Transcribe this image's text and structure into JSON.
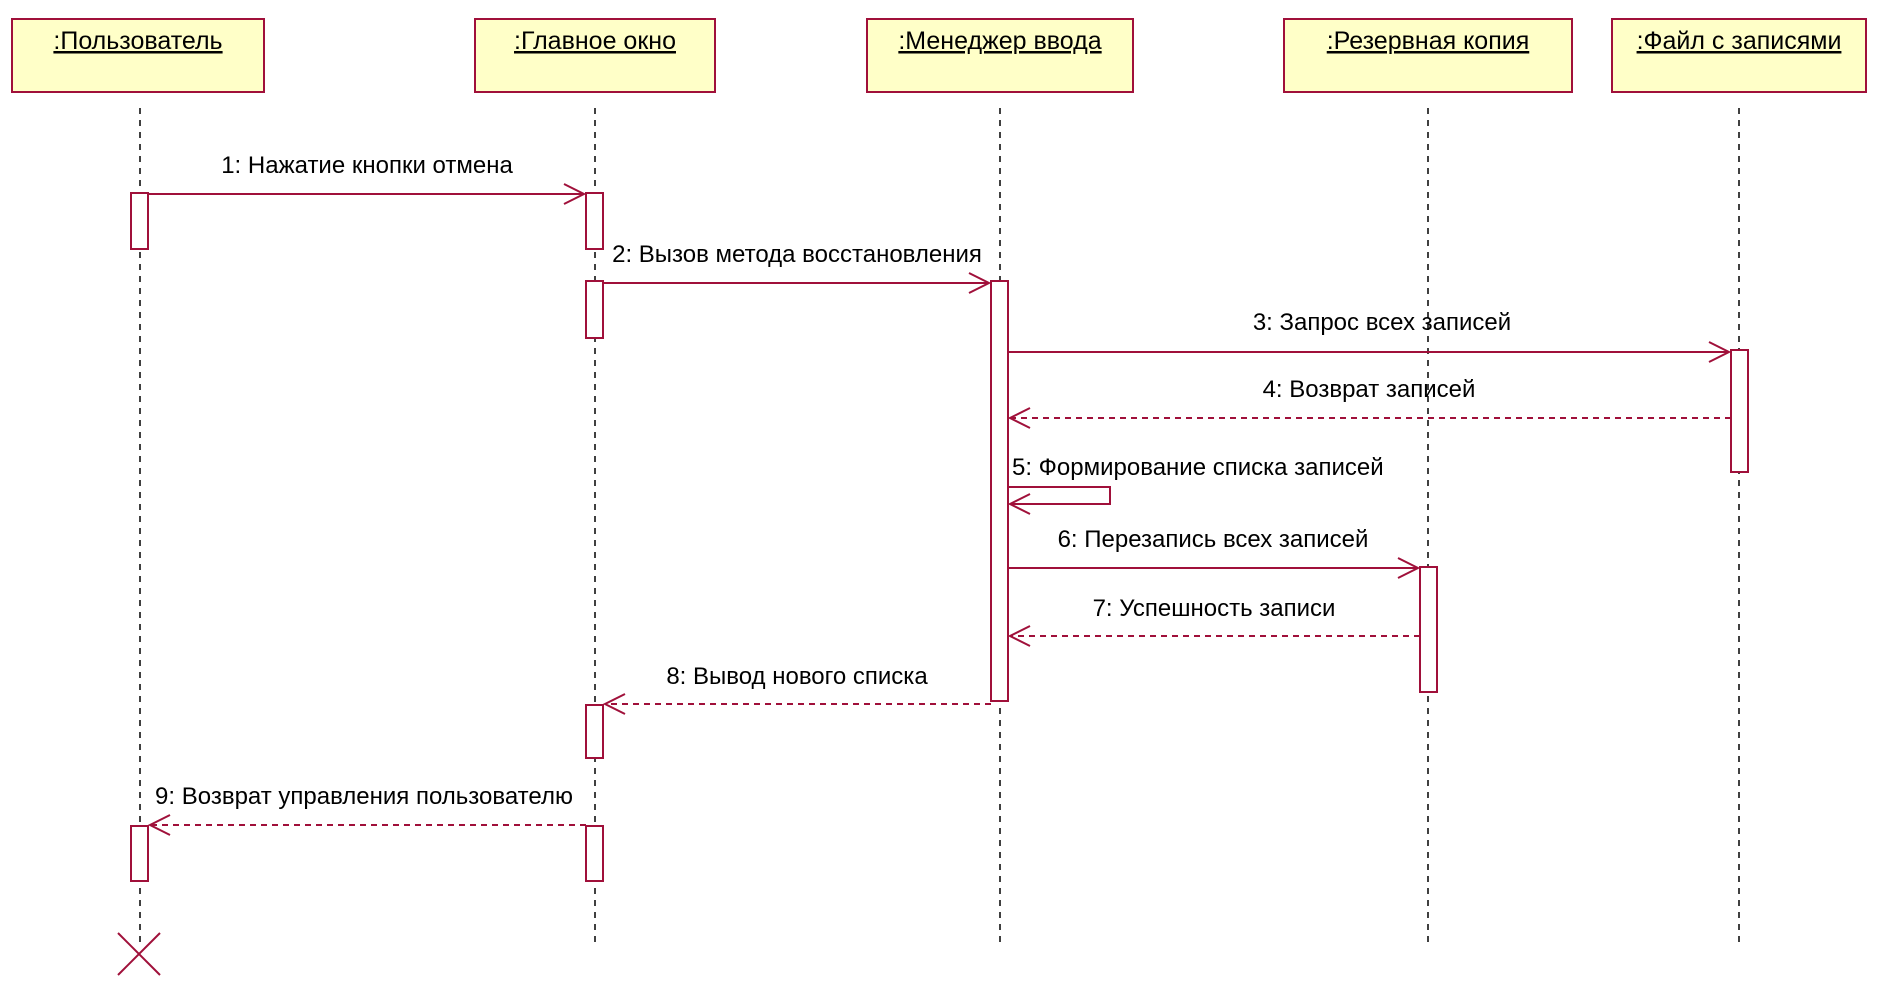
{
  "diagram": {
    "objects": [
      {
        "id": "user",
        "label": ":Пользователь"
      },
      {
        "id": "main",
        "label": ":Главное окно"
      },
      {
        "id": "input",
        "label": ":Менеджер ввода"
      },
      {
        "id": "backup",
        "label": ":Резервная копия"
      },
      {
        "id": "file",
        "label": ":Файл с записями"
      }
    ],
    "messages": [
      {
        "label": "1: Нажатие кнопки отмена",
        "from": "user",
        "to": "main",
        "kind": "call"
      },
      {
        "label": "2: Вызов метода восстановления",
        "from": "main",
        "to": "input",
        "kind": "call"
      },
      {
        "label": "3: Запрос всех записей",
        "from": "input",
        "to": "file",
        "kind": "call"
      },
      {
        "label": "4: Возврат записей",
        "from": "file",
        "to": "input",
        "kind": "return"
      },
      {
        "label": "5: Формирование списка записей",
        "from": "input",
        "to": "input",
        "kind": "self"
      },
      {
        "label": "6: Перезапись всех записей",
        "from": "input",
        "to": "backup",
        "kind": "call"
      },
      {
        "label": "7: Успешность записи",
        "from": "backup",
        "to": "input",
        "kind": "return"
      },
      {
        "label": "8: Вывод нового списка",
        "from": "input",
        "to": "main",
        "kind": "return"
      },
      {
        "label": "9: Возврат управления пользователю",
        "from": "main",
        "to": "user",
        "kind": "return"
      }
    ],
    "destroyed": "user",
    "colors": {
      "line": "#a0103a",
      "box_fill": "#ffffc8"
    }
  }
}
